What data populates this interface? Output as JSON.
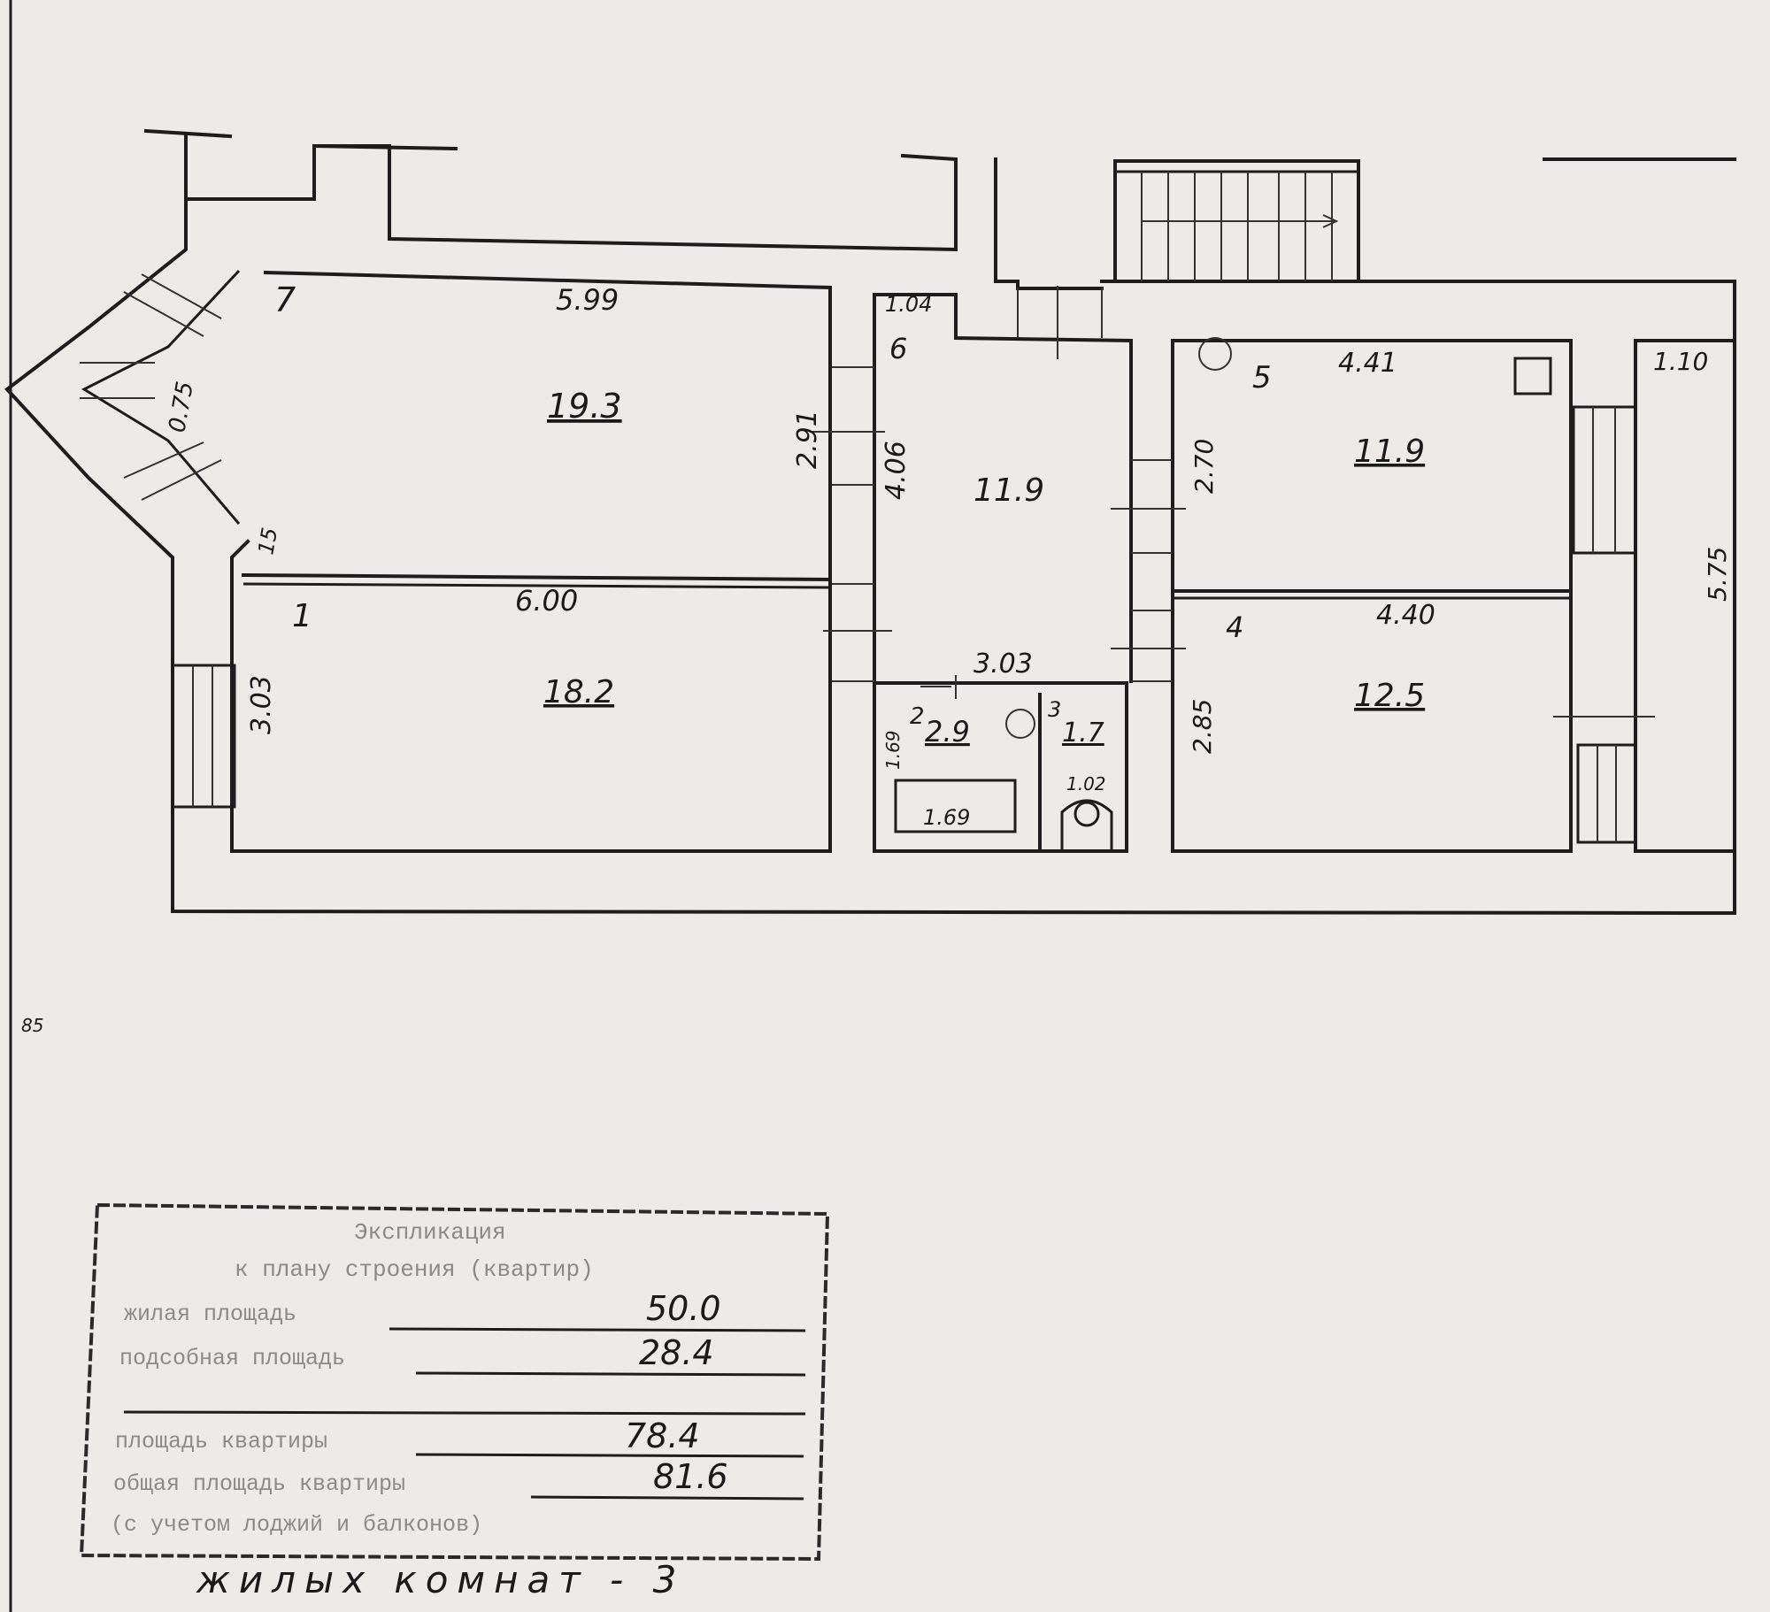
{
  "rooms": [
    {
      "number": "1",
      "area": "18.2",
      "width": "6.00",
      "depth": "3.03"
    },
    {
      "number": "7",
      "area": "19.3",
      "width": "5.99",
      "depth": "2.91"
    },
    {
      "number": "6",
      "area": "11.9",
      "width": "3.03",
      "depth": "4.06"
    },
    {
      "number": "2",
      "area": "2.9",
      "depth": "1.69"
    },
    {
      "number": "3",
      "area": "1.7",
      "width": "1.02"
    },
    {
      "number": "5",
      "area": "11.9",
      "width": "4.41",
      "depth": "2.70"
    },
    {
      "number": "4",
      "area": "12.5",
      "width": "4.40",
      "depth": "2.85"
    }
  ],
  "dimensions": {
    "bay": "0.75",
    "bay_lower": "15",
    "corridor_top": "1.04",
    "bath_tub": "1.69",
    "right_width": "1.10",
    "right_depth": "5.75"
  },
  "page_mark": "85",
  "explication": {
    "title": "Экспликация",
    "subtitle": "к плану строения (квартир)",
    "rows": [
      {
        "label": "жилая площадь",
        "value": "50.0"
      },
      {
        "label": "подсобная площадь",
        "value": "28.4"
      },
      {
        "label": "",
        "value": ""
      },
      {
        "label": "площадь квартиры",
        "value": "78.4"
      },
      {
        "label": "общая площадь квартиры",
        "value": "81.6"
      }
    ],
    "note": "(с учетом лоджий и балконов)"
  },
  "footer_note": "жилых комнат - 3"
}
